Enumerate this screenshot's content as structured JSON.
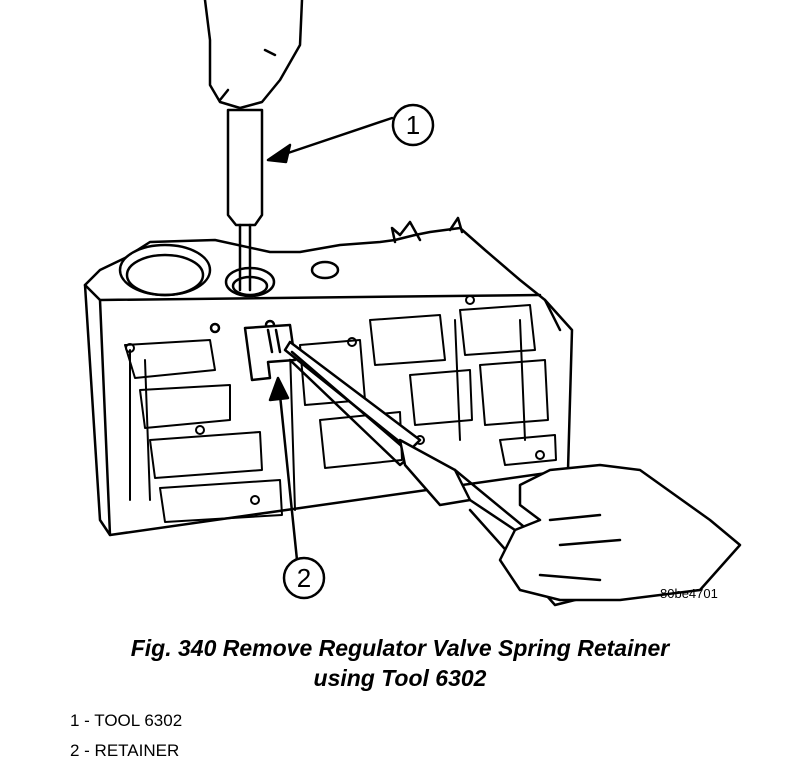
{
  "figure": {
    "callouts": [
      {
        "number": "1"
      },
      {
        "number": "2"
      }
    ],
    "image_id": "80be4701",
    "caption_line1": "Fig. 340 Remove Regulator Valve Spring Retainer",
    "caption_line2": "using Tool 6302"
  },
  "legend": [
    {
      "text": "1 - TOOL 6302"
    },
    {
      "text": "2 - RETAINER"
    }
  ],
  "colors": {
    "ink": "#000000",
    "paper": "#ffffff"
  }
}
